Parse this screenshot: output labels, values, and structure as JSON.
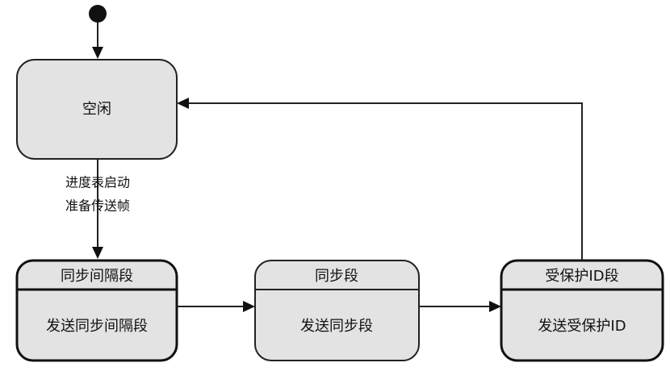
{
  "states": {
    "idle": {
      "label": "空闲"
    },
    "sync_break": {
      "title": "同步间隔段",
      "body": "发送同步间隔段"
    },
    "sync": {
      "title": "同步段",
      "body": "发送同步段"
    },
    "protected_id": {
      "title": "受保护ID段",
      "body": "发送受保护ID"
    }
  },
  "transitions": {
    "idle_to_sync_break": {
      "line1": "进度表启动",
      "line2": "准备传送帧"
    }
  }
}
